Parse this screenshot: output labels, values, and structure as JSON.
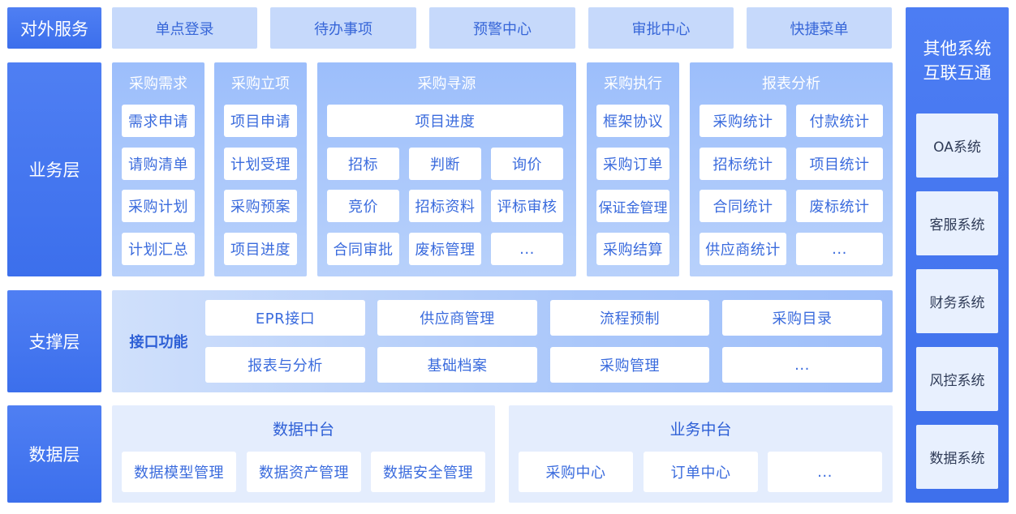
{
  "layers": {
    "external": "对外服务",
    "business": "业务层",
    "support": "支撑层",
    "data": "数据层"
  },
  "external_services": [
    "单点登录",
    "待办事项",
    "预警中心",
    "审批中心",
    "快捷菜单"
  ],
  "business": {
    "demand": {
      "title": "采购需求",
      "items": [
        "需求申请",
        "请购清单",
        "采购计划",
        "计划汇总"
      ]
    },
    "project": {
      "title": "采购立项",
      "items": [
        "项目申请",
        "计划受理",
        "采购预案",
        "项目进度"
      ]
    },
    "sourcing": {
      "title": "采购寻源",
      "header_item": "项目进度",
      "items": [
        "招标",
        "判断",
        "询价",
        "竞价",
        "招标资料",
        "评标审核",
        "合同审批",
        "废标管理",
        "..."
      ]
    },
    "execution": {
      "title": "采购执行",
      "items": [
        "框架协议",
        "采购订单",
        "保证金管理",
        "采购结算"
      ]
    },
    "report": {
      "title": "报表分析",
      "items": [
        "采购统计",
        "付款统计",
        "招标统计",
        "项目统计",
        "合同统计",
        "废标统计",
        "供应商统计",
        "..."
      ]
    }
  },
  "support": {
    "label": "接口功能",
    "items": [
      "EPR接口",
      "供应商管理",
      "流程预制",
      "采购目录",
      "报表与分析",
      "基础档案",
      "采购管理",
      "..."
    ]
  },
  "data": {
    "data_platform": {
      "title": "数据中台",
      "items": [
        "数据模型管理",
        "数据资产管理",
        "数据安全管理"
      ]
    },
    "business_platform": {
      "title": "业务中台",
      "items": [
        "采购中心",
        "订单中心",
        "..."
      ]
    }
  },
  "other_systems": {
    "title_line1": "其他系统",
    "title_line2": "互联互通",
    "items": [
      "OA系统",
      "客服系统",
      "财务系统",
      "风控系统",
      "数据系统"
    ]
  }
}
